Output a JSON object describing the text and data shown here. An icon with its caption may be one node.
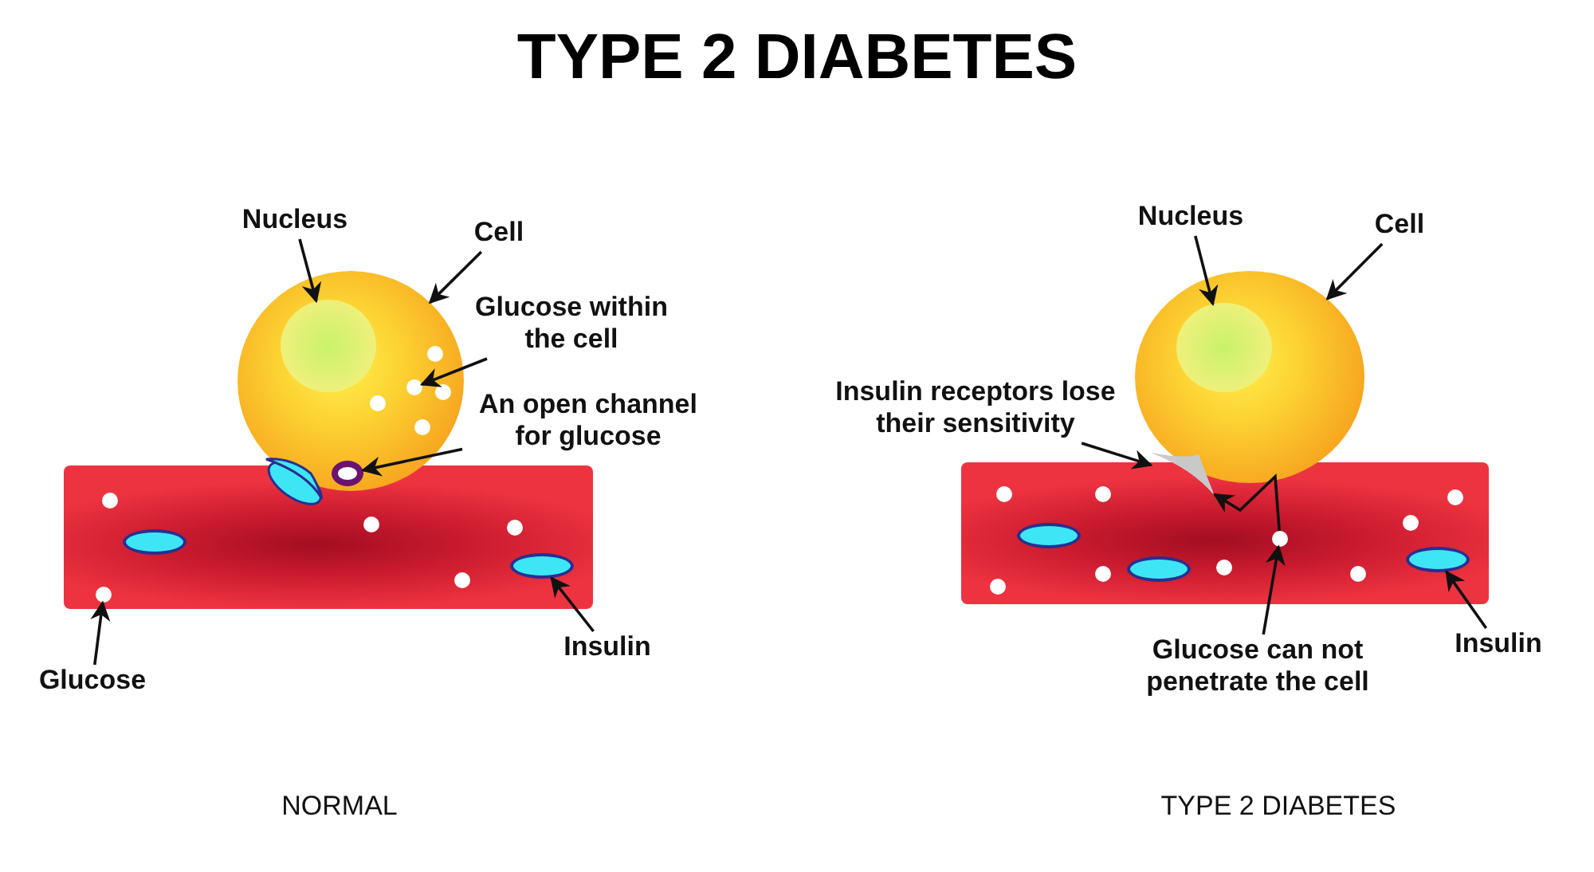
{
  "diagram": {
    "title": "TYPE 2 DIABETES",
    "nodes": [
      {
        "text": [
          "Nucleus"
        ]
      },
      {
        "text": [
          "Cell"
        ]
      },
      {
        "text": [
          "Glucose within the cell"
        ]
      },
      {
        "text": [
          "An open channel for glucose"
        ]
      },
      {
        "text": [
          "Glucose"
        ]
      },
      {
        "text": [
          "Insulin"
        ]
      },
      {
        "text": [],
        "shape": "bar"
      },
      {
        "text": [],
        "shape": "circle"
      },
      {
        "text": [],
        "shape": "circle",
        "in": 7
      },
      {
        "text": [],
        "shape": "circle",
        "in": 7
      },
      {
        "text": [],
        "shape": "circle",
        "in": 7
      },
      {
        "text": [],
        "shape": "circle",
        "in": 7
      },
      {
        "text": [],
        "shape": "circle",
        "in": 7
      },
      {
        "text": [],
        "shape": "circle",
        "in": 7
      },
      {
        "text": [],
        "shape": "circle",
        "in": 7
      },
      {
        "text": [],
        "shape": "circle",
        "in": 6
      },
      {
        "text": [],
        "shape": "ellipse",
        "in": 6
      },
      {
        "text": [],
        "shape": "circle",
        "in": 6
      },
      {
        "text": [],
        "shape": "circle",
        "in": 6
      },
      {
        "text": [],
        "shape": "circle",
        "in": 6
      },
      {
        "text": [],
        "shape": "circle",
        "in": 6
      },
      {
        "text": [],
        "shape": "ellipse",
        "in": 6
      },
      {
        "text": [
          "Nucleus"
        ]
      },
      {
        "text": [
          "Cell"
        ]
      },
      {
        "text": [
          "Insulin receptors lose their sensitivity"
        ]
      },
      {
        "text": [
          "Glucose can not penetrate the cell"
        ]
      },
      {
        "text": [
          "Insulin"
        ]
      },
      {
        "text": [],
        "shape": "bar"
      },
      {
        "text": [],
        "shape": "circle",
        "in": 27
      },
      {
        "text": [],
        "shape": "ellipse",
        "in": 27
      },
      {
        "text": [],
        "shape": "circle",
        "in": 27
      },
      {
        "text": [],
        "shape": "circle",
        "in": 27
      },
      {
        "text": [],
        "shape": "circle",
        "in": 27
      },
      {
        "text": [],
        "shape": "circle",
        "in": 27
      },
      {
        "text": [],
        "shape": "circle",
        "in": 27
      },
      {
        "text": [],
        "shape": "circle",
        "in": 27
      },
      {
        "text": [],
        "shape": "circle",
        "in": 27
      },
      {
        "text": [],
        "shape": "circle",
        "in": 27
      },
      {
        "text": [],
        "shape": "ellipse",
        "in": 27
      },
      {
        "text": [],
        "shape": "ellipse",
        "in": 27
      },
      {
        "text": [],
        "shape": "circle"
      },
      {
        "text": [],
        "shape": "circle",
        "in": 40
      },
      {
        "text": [],
        "shape": "triangle"
      }
    ],
    "edges": [
      {
        "from": 0,
        "to": 8,
        "arrow": "to"
      },
      {
        "from": 1,
        "to": 7,
        "arrow": "to"
      },
      {
        "from": 2,
        "to": 9,
        "arrow": "to"
      },
      {
        "from": 3,
        "to": 14,
        "arrow": "to"
      },
      {
        "from": 4,
        "to": 15,
        "arrow": "to"
      },
      {
        "from": 5,
        "to": 16,
        "arrow": "to"
      },
      {
        "from": 22,
        "to": 41,
        "arrow": "to"
      },
      {
        "from": 23,
        "to": 40,
        "arrow": "to"
      },
      {
        "from": 24,
        "to": 42,
        "arrow": "to"
      },
      {
        "from": 25,
        "to": 28,
        "arrow": "to"
      },
      {
        "from": 28,
        "to": 42,
        "arrow": "to"
      },
      {
        "from": 26,
        "to": 29,
        "arrow": "to"
      }
    ],
    "labels": [
      "NORMAL",
      "TYPE 2 DIABETES"
    ]
  }
}
